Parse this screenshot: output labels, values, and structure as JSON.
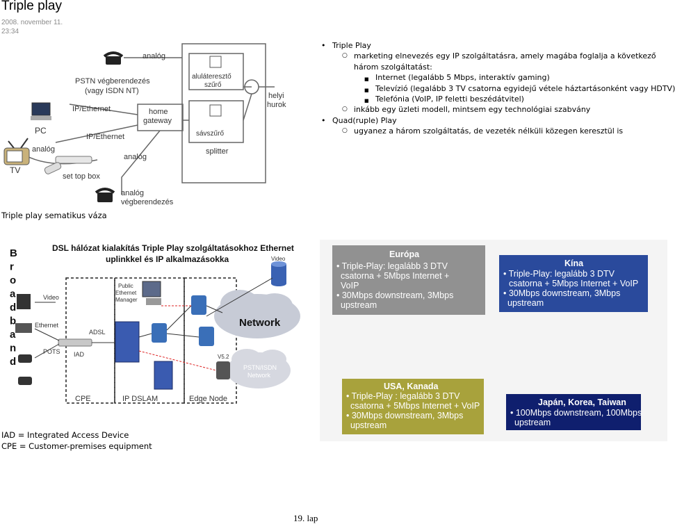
{
  "header": {
    "title": "Triple play",
    "date": "2008. november 11.",
    "time": "23:34"
  },
  "bullets": [
    {
      "level": 1,
      "marker": "•",
      "text": "Triple Play"
    },
    {
      "level": 2,
      "marker": "○",
      "text": "marketing elnevezés egy IP szolgáltatásra, amely magába foglalja a következő"
    },
    {
      "level": 2,
      "marker": "",
      "text": "három szolgáltatást:"
    },
    {
      "level": 3,
      "marker": "■",
      "text": "Internet (legalább 5 Mbps, interaktív gaming)"
    },
    {
      "level": 3,
      "marker": "■",
      "text": "Televízió (legalább 3 TV csatorna egyidejű vétele háztartásonként vagy HDTV)"
    },
    {
      "level": 3,
      "marker": "■",
      "text": "Telefónia (VoIP, IP feletti beszédátvitel)"
    },
    {
      "level": 2,
      "marker": "○",
      "text": "inkább egy üzleti modell, mintsem egy technológiai szabvány"
    },
    {
      "level": 1,
      "marker": "•",
      "text": "Quad(ruple) Play"
    },
    {
      "level": 2,
      "marker": "○",
      "text": "ugyanez a három szolgáltatás, de vezeték nélküli közegen keresztül is"
    }
  ],
  "diagram1": {
    "caption": "Triple play sematikus váza",
    "labels": {
      "analog_top": "analóg",
      "pstn": "PSTN végberendezés",
      "isdn": "(vagy ISDN NT)",
      "ip_eth1": "IP/Ethernet",
      "pc": "PC",
      "ip_eth2": "IP/Ethernet",
      "analog_tv": "analóg",
      "tv": "TV",
      "stb": "set top box",
      "analog_mid": "analóg",
      "hgw1": "home",
      "hgw2": "gateway",
      "lpf1": "aluláteresztő",
      "lpf2": "szűrő",
      "bpf": "sávszűrő",
      "splitter": "splitter",
      "loop1": "helyi",
      "loop2": "hurok",
      "analog_bot1": "analóg",
      "analog_bot2": "végberendezés"
    }
  },
  "diagram2": {
    "title1": "DSL hálózat kialakítás Triple Play szolgáltatásokhoz Ethernet",
    "title2": "uplinkkel és IP alkalmazásokka",
    "broadband": "Broadband",
    "labels": {
      "video_top": "Video",
      "pem1": "Public",
      "pem2": "Ethernet",
      "pem3": "Manager",
      "network": "Network",
      "video": "Video",
      "ethernet": "Ethernet",
      "adsl": "ADSL",
      "iad": "IAD",
      "pots": "POTS",
      "v52": "V5.2",
      "pstn1": "PSTN/ISDN",
      "pstn2": "Network",
      "cpe": "CPE",
      "ipdslam": "IP DSLAM",
      "edge": "Edge Node"
    }
  },
  "regions": {
    "europa": {
      "title": "Európa",
      "lines": [
        "• Triple-Play: legalább 3 DTV",
        "csatorna + 5Mbps Internet +",
        "VoIP",
        "• 30Mbps downstream, 3Mbps",
        "upstream"
      ]
    },
    "kina": {
      "title": "Kína",
      "lines": [
        "• Triple-Play: legalább 3 DTV",
        "csatorna + 5Mbps Internet + VoIP",
        "• 30Mbps downstream, 3Mbps",
        "upstream"
      ]
    },
    "usa": {
      "title": "USA, Kanada",
      "lines": [
        "• Triple-Play : legalább 3 DTV",
        "csatorna + 5Mbps Internet + VoIP",
        "• 30Mbps downstream, 3Mbps",
        "upstream"
      ]
    },
    "japan": {
      "title": "Japán, Korea, Taiwan",
      "lines": [
        "• 100Mbps downstream, 100Mbps",
        "upstream"
      ]
    }
  },
  "footnotes": {
    "iad": "IAD = Integrated Access Device",
    "cpe": "CPE = Customer-premises equipment"
  },
  "page_number": "19. lap",
  "colors": {
    "europa": "#8b8b8b",
    "kina": "#2a4a9c",
    "usa": "#a8a23c",
    "japan": "#0f1f6e",
    "cloud": "#c7cbd6"
  }
}
